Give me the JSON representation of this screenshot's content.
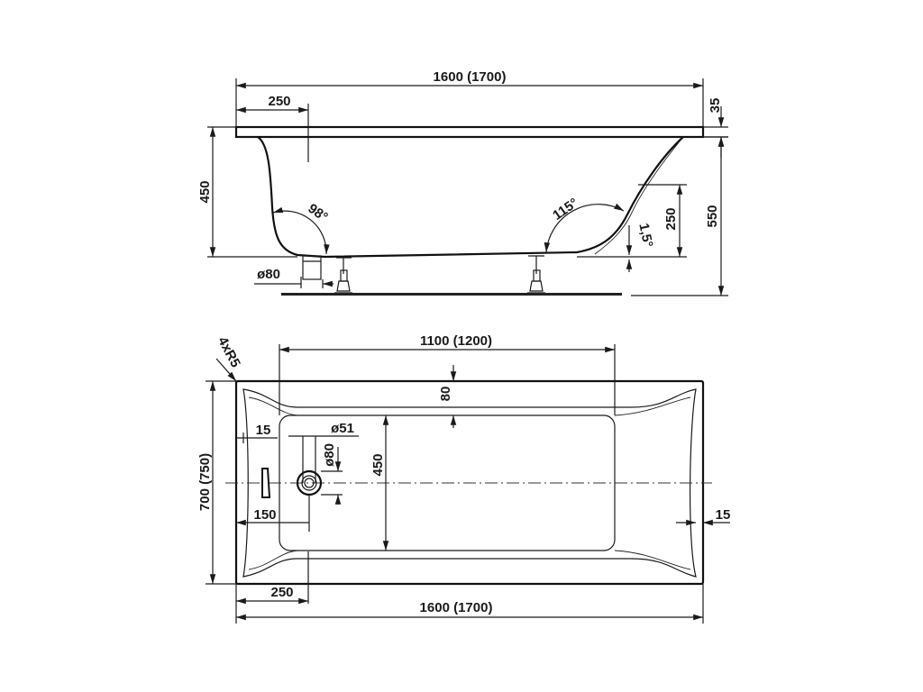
{
  "side_view": {
    "overall_length": "1600 (1700)",
    "edge_offset": "250",
    "rim_thickness": "35",
    "height_body": "450",
    "height_total": "550",
    "height_back": "250",
    "angle_left": "98°",
    "angle_right": "115°",
    "slope": "1,5°",
    "drain_diameter": "ø80"
  },
  "top_view": {
    "corner_radius": "4xR5",
    "inner_length": "1100 (1200)",
    "inner_offset": "80",
    "drain_diameter": "ø51",
    "drain_outer_diameter": "ø80",
    "inner_width": "450",
    "width": "700 (750)",
    "left_margin": "15",
    "right_margin": "15",
    "drain_offset": "150",
    "bottom_offset": "250",
    "overall_length": "1600 (1700)"
  }
}
